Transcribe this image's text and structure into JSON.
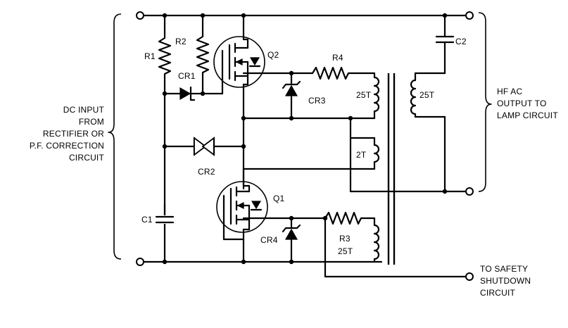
{
  "labels": {
    "r1": "R1",
    "r2": "R2",
    "cr1": "CR1",
    "q2": "Q2",
    "r4": "R4",
    "c2": "C2",
    "cr3": "CR3",
    "t_25_upper": "25T",
    "t_25_secondary": "25T",
    "t_2": "2T",
    "cr2": "CR2",
    "q1": "Q1",
    "r3": "R3",
    "c1": "C1",
    "cr4": "CR4",
    "t_25_lower": "25T"
  },
  "dc_input": [
    "DC INPUT",
    "FROM",
    "RECTIFIER OR",
    "P.F. CORRECTION",
    "CIRCUIT"
  ],
  "hf_output": [
    "HF AC",
    "OUTPUT TO",
    "LAMP CIRCUIT"
  ],
  "safety": [
    "TO SAFETY",
    "SHUTDOWN",
    "CIRCUIT"
  ]
}
